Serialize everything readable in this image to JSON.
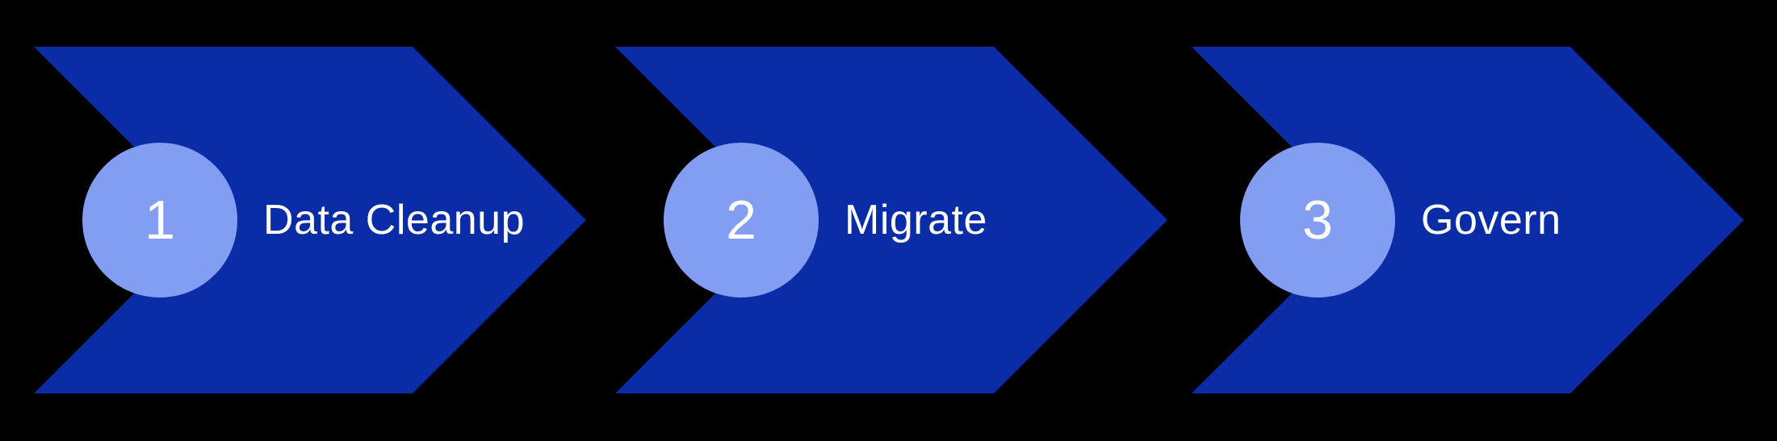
{
  "diagram": {
    "type": "process-flow-chevrons",
    "background_color": "#000000",
    "chevron_color": "#0a2ca6",
    "circle_color": "#829df1",
    "text_color": "#ffffff",
    "steps": [
      {
        "number": "1",
        "label": "Data Cleanup"
      },
      {
        "number": "2",
        "label": "Migrate"
      },
      {
        "number": "3",
        "label": "Govern"
      }
    ]
  }
}
